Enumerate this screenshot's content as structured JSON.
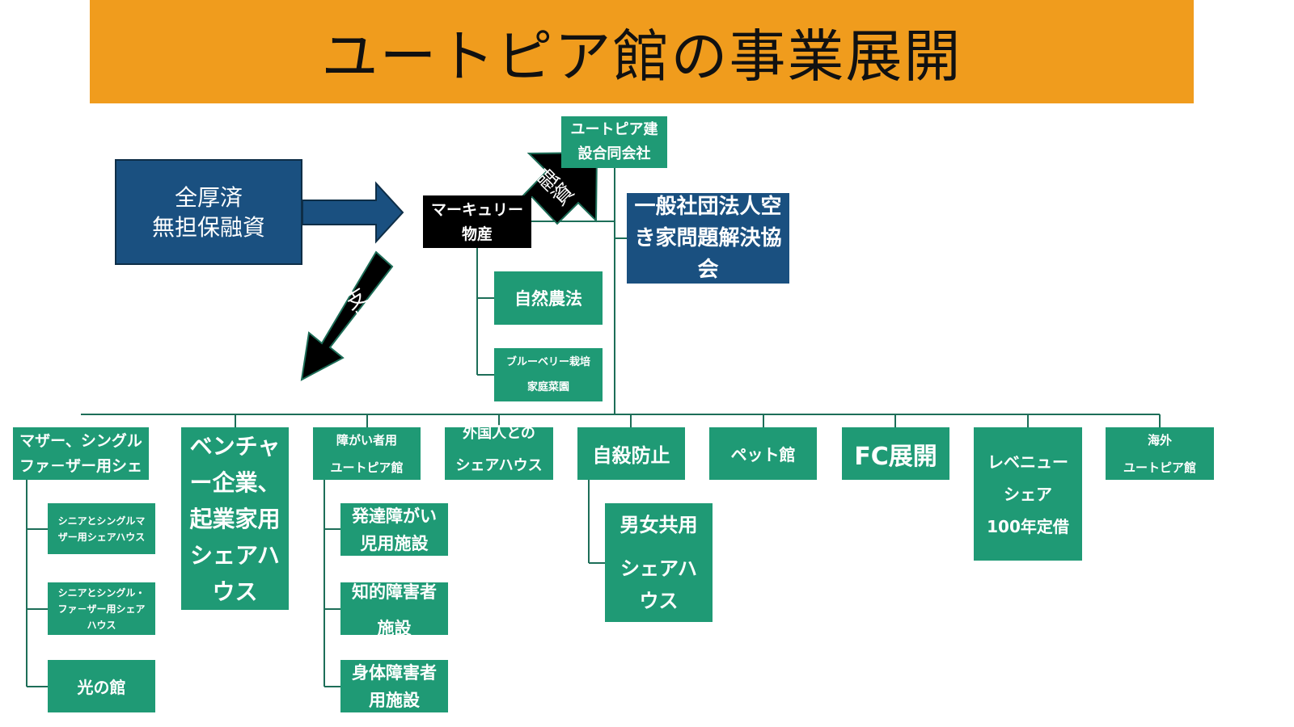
{
  "title": "ユートピア館の事業展開",
  "loan_box": [
    "全厚済",
    "無担保融資"
  ],
  "mercury_box": [
    "マーキュリー",
    "物産"
  ],
  "kensetsu_box": [
    "ユートピア建",
    "設合同会社"
  ],
  "association_box": [
    "一般社団法人空",
    "き家問題解決協",
    "会"
  ],
  "arrow_labels": {
    "financing": "融資",
    "support": "支援"
  },
  "mercury_children": [
    [
      "自然農法"
    ],
    [
      "ブルーベリー栽培",
      "家庭菜園"
    ]
  ],
  "categories": [
    [
      "マザー、シングル",
      "ファ－ザー用シェ"
    ],
    [
      "ベンチャ",
      "ー企業、",
      "起業家用",
      "シェアハ",
      "ウス"
    ],
    [
      "障がい者用",
      "ユートピア館"
    ],
    [
      "外国人との",
      "シェアハウス"
    ],
    [
      "自殺防止"
    ],
    [
      "ペット館"
    ],
    [
      "FC展開"
    ],
    [
      "レベニュー",
      "シェア",
      "100年定借"
    ],
    [
      "海外",
      "ユートピア館"
    ]
  ],
  "single_parent_children": [
    [
      "シニアとシングルマ",
      "ザー用シェアハウス"
    ],
    [
      "シニアとシングル・",
      "ファ－ザー用シェア",
      "ハウス"
    ],
    [
      "光の館"
    ]
  ],
  "disability_children": [
    [
      "発達障がい",
      "児用施設"
    ],
    [
      "知的障害者",
      "施設"
    ],
    [
      "身体障害者",
      "用施設"
    ]
  ],
  "suicide_prevention_children": [
    [
      "男女共用",
      "シェアハ",
      "ウス"
    ]
  ],
  "colors": {
    "title_bar": "#f09c1d",
    "green": "#1f9a75",
    "navy": "#1a5080",
    "black": "#000000",
    "line": "#1d6e58"
  }
}
